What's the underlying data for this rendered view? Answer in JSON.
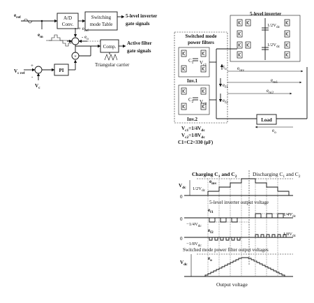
{
  "control": {
    "e_ref": "e",
    "e_ref_sub": "ref",
    "adc_line1": "A/D",
    "adc_line2": "Conv.",
    "table_line1": "Switching",
    "table_line2": "mode Table",
    "out1_line1": "5-level inverter",
    "out1_line2": "gate signals",
    "e_m": "e",
    "e_m_sub": "m",
    "plus_eref": "+ e",
    "plus_eref_sub": "ref",
    "minus_eo": "- e",
    "minus_eo_sub": "o",
    "comp": "Comp.",
    "out2_line1": "Active filter",
    "out2_line2": "gate signals",
    "tri": "Triangular carrier",
    "pi": "PI",
    "vcref": "V",
    "vcref_sub": "c ref",
    "vc": "V",
    "vc_sub": "c",
    "plus": "+",
    "minus": "-",
    "mult": "×"
  },
  "circuit": {
    "title": "5-level inverter",
    "cap_top": "1/2V",
    "cap_top_sub": "dc",
    "cap_bot": "1/2V",
    "cap_bot_sub": "dc",
    "smpf_line1": "Switched mode",
    "smpf_line2": "power filters",
    "c1": "C",
    "c1_sub": "1",
    "vc1": "V",
    "vc1_sub": "c1",
    "inv1": "Inv.1",
    "c2": "C",
    "c2_sub": "2",
    "vc2": "V",
    "vc2_sub": "c2",
    "inv2": "Inv.2",
    "i_o": "i",
    "i_o_sub": "o",
    "e_inv": "e",
    "e_inv_sub": "inv",
    "e_f1": "e",
    "e_f1_sub": "f1",
    "e_f2": "e",
    "e_f2_sub": "f2",
    "e_m1": "e",
    "e_m1_sub": "m1",
    "e_m2": "e",
    "e_m2_sub": "m2",
    "load": "Load",
    "e_o": "e",
    "e_o_sub": "o",
    "spec1": "V",
    "spec1_sub": "c1",
    "spec1_rest": "=1/4V",
    "spec1_tail": "dc",
    "spec2": "V",
    "spec2_sub": "c2",
    "spec2_rest": "=1/8V",
    "spec2_tail": "dc",
    "spec3": "C1=C2=330 (μF)"
  },
  "waves": {
    "charging": "Charging C",
    "charging_sub1": "1",
    "charging_and": " and C",
    "charging_sub2": "2",
    "discharging": "Discharging C",
    "discharging_sub1": "1",
    "discharging_and": " and C",
    "discharging_sub2": "2",
    "vdc": "V",
    "vdc_sub": "dc",
    "half_vdc": "1/2V",
    "half_vdc_sub": "dc",
    "e_inv": "e",
    "e_inv_sub": "inv",
    "zero": "0",
    "label1": "5-level inverter output voltage",
    "e_f1": "e",
    "e_f1_sub": "f1",
    "neg_quarter": "−1/4V",
    "neg_quarter_sub": "dc",
    "pos_quarter": "1/4V",
    "pos_quarter_sub": "dc",
    "e_f2": "e",
    "e_f2_sub": "f2",
    "neg_eighth": "−1/8V",
    "neg_eighth_sub": "dc",
    "pos_eighth": "1/8V",
    "pos_eighth_sub": "dc",
    "label2": "Switched mode power filter output voltages",
    "vdc2": "V",
    "vdc2_sub": "dc",
    "e_o": "e",
    "e_o_sub": "o",
    "label3": "Output voltage"
  }
}
